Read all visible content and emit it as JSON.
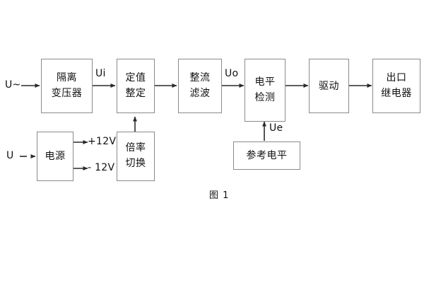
{
  "figure": {
    "caption": "图 1",
    "colors": {
      "box_border": "#8a8a8a",
      "arrow": "#2a2a2a",
      "text": "#111111",
      "background": "#ffffff"
    }
  },
  "blocks": {
    "isolation_transformer": {
      "line1": "隔离",
      "line2": "变压器"
    },
    "setpoint": {
      "line1": "定值",
      "line2": "整定"
    },
    "rectify_filter": {
      "line1": "整流",
      "line2": "滤波"
    },
    "level_detect": {
      "line1": "电平",
      "line2": "检测"
    },
    "drive": {
      "line1": "驱动"
    },
    "output_relay": {
      "line1": "出口",
      "line2": "继电器"
    },
    "power_supply": {
      "line1": "电源"
    },
    "multiplier_switch": {
      "line1": "倍率",
      "line2": "切换"
    },
    "reference_level": {
      "line1": "参考电平"
    }
  },
  "signals": {
    "input_ac": "U~",
    "input_dc": "U",
    "ui": "Ui",
    "uo": "Uo",
    "ue": "Ue",
    "rail_positive": "+12V",
    "rail_negative": "- 12V"
  }
}
